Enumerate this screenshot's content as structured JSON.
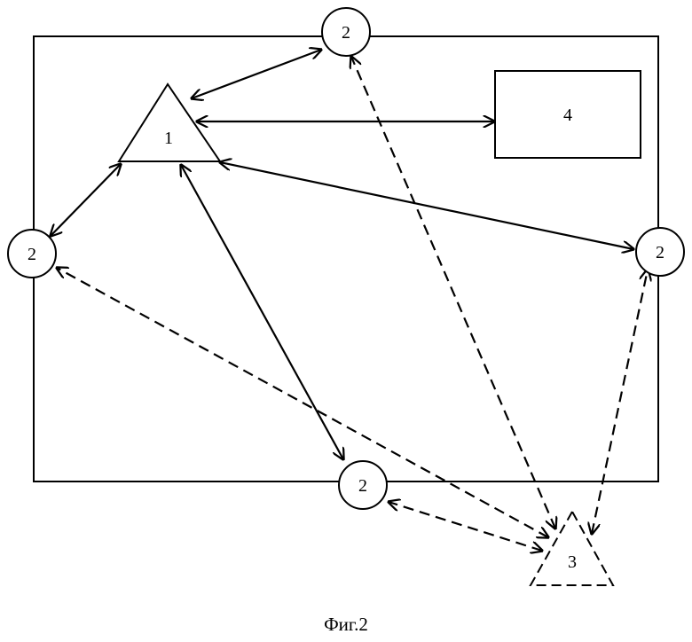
{
  "caption": "Фиг.2",
  "nodes": {
    "station_1": "1",
    "terminal_2_top": "2",
    "terminal_2_left": "2",
    "terminal_2_right": "2",
    "terminal_2_bottom": "2",
    "station_3": "3",
    "block_4": "4"
  },
  "links": {
    "solid": [
      [
        "1",
        "2 top"
      ],
      [
        "1",
        "4"
      ],
      [
        "1",
        "2 left"
      ],
      [
        "1",
        "2 right"
      ],
      [
        "1",
        "2 bottom"
      ]
    ],
    "dashed": [
      [
        "3",
        "2 top"
      ],
      [
        "3",
        "2 left"
      ],
      [
        "3",
        "2 right"
      ],
      [
        "3",
        "2 bottom"
      ]
    ]
  }
}
